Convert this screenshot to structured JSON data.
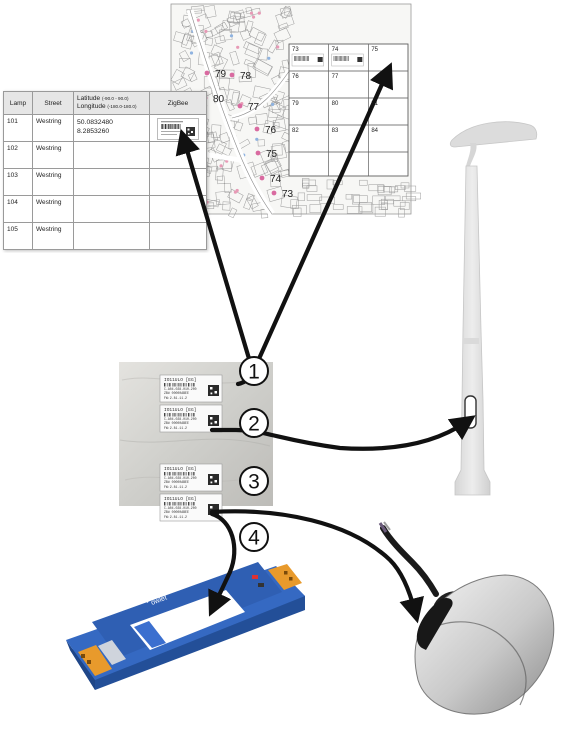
{
  "lamp_table": {
    "headers": {
      "lamp": "Lamp",
      "street": "Street",
      "latitude": "Latitude",
      "latitude_range": "(-90.0 - 90.0)",
      "longitude": "Longitude",
      "longitude_range": "(-180.0-180.0)",
      "zigbee": "ZigBee"
    },
    "rows": [
      {
        "lamp": "101",
        "street": "Westring",
        "latitude": "50.0832480",
        "longitude": "8.2853260"
      },
      {
        "lamp": "102",
        "street": "Westring",
        "latitude": "",
        "longitude": ""
      },
      {
        "lamp": "103",
        "street": "Westring",
        "latitude": "",
        "longitude": ""
      },
      {
        "lamp": "104",
        "street": "Westring",
        "latitude": "",
        "longitude": ""
      },
      {
        "lamp": "105",
        "street": "Westring",
        "latitude": "",
        "longitude": ""
      }
    ]
  },
  "map": {
    "lamp_markers": [
      "79",
      "78",
      "80",
      "77",
      "76",
      "75",
      "74",
      "73"
    ]
  },
  "grid": {
    "cells": [
      "73",
      "74",
      "75",
      "76",
      "77",
      "",
      "79",
      "80",
      "81",
      "82",
      "83",
      "84"
    ]
  },
  "steps": [
    "1",
    "2",
    "3",
    "4"
  ],
  "label_text": {
    "line1": "IO11ULO [EG]",
    "line2": "C-A04-028-010-200",
    "line3": "ZB# 00000ABEE",
    "line4": "FW:2.81.11.2"
  },
  "controller": {
    "brand": "owlet"
  },
  "colors": {
    "arrow": "#111111",
    "controller_blue": "#2f63b8",
    "terminal_orange": "#e89a2c",
    "pole_gray": "#e2e2e2",
    "pad_gray": "#d8d8d6"
  }
}
